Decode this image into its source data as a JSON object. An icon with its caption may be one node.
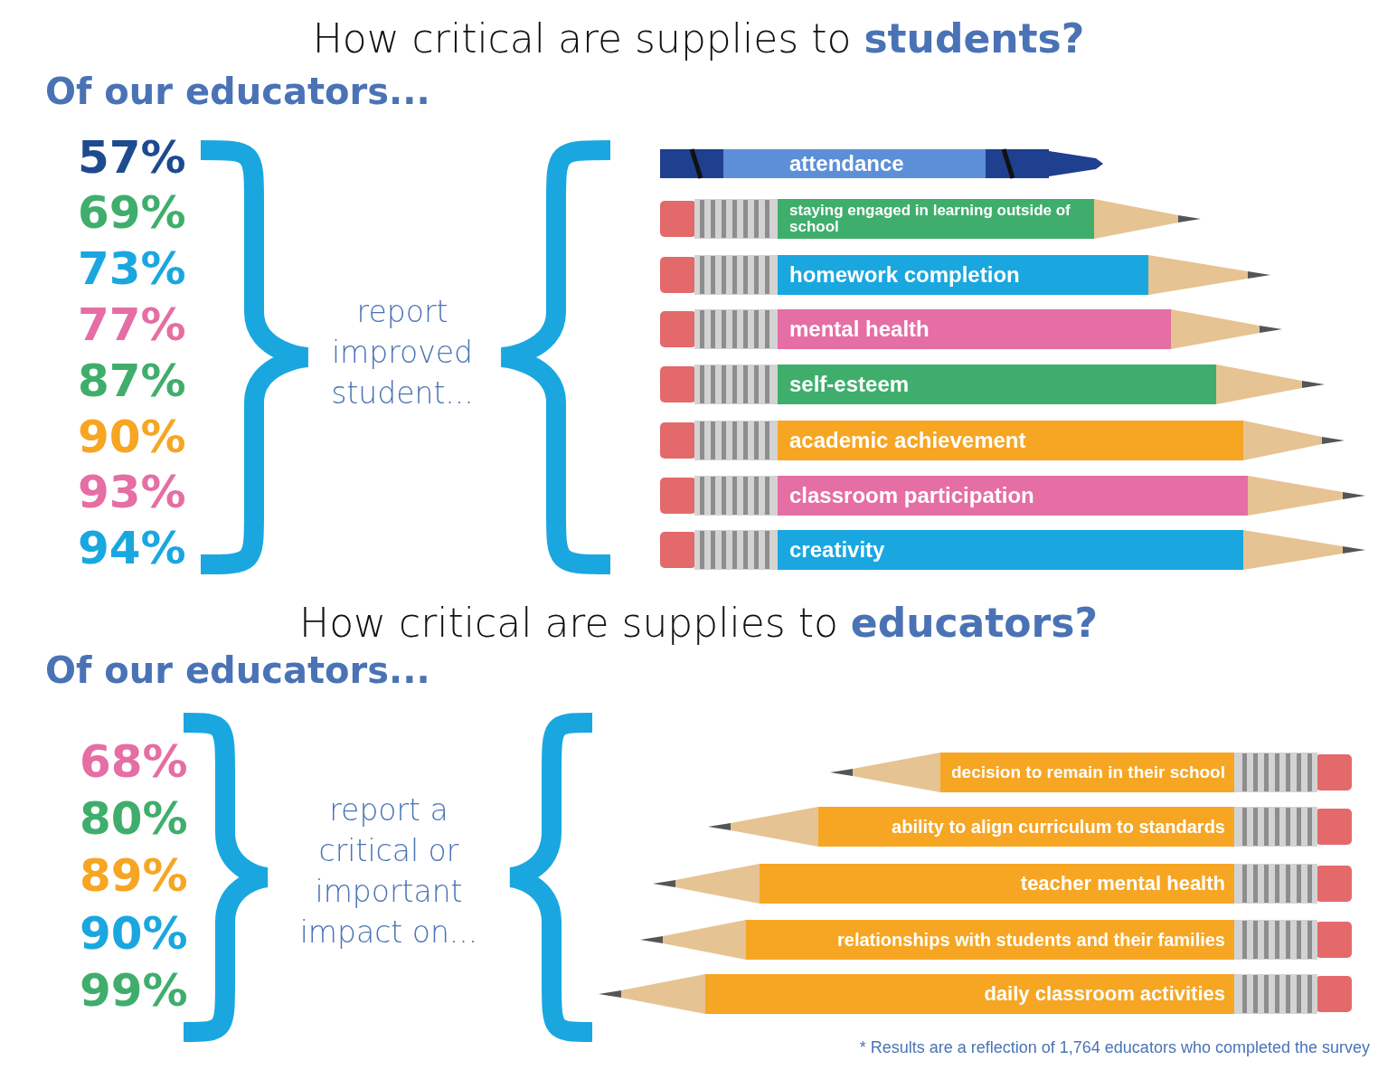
{
  "diagram": {
    "title": "How critical are supplies to **students?**",
    "nodes": [
      {
        "text": [
          "attendance"
        ]
      },
      {
        "text": [
          "staying engaged in learning outside of school"
        ]
      },
      {
        "text": [
          "homework completion"
        ]
      },
      {
        "text": [
          "mental health"
        ]
      },
      {
        "text": [
          "self-esteem"
        ]
      },
      {
        "text": [
          "academic achievement"
        ]
      },
      {
        "text": [
          "classroom participation"
        ]
      },
      {
        "text": [
          "creativity"
        ]
      },
      {
        "text": [
          "decision to remain in their school"
        ]
      },
      {
        "text": [
          "ability to align curriculum to standards"
        ]
      },
      {
        "text": [
          "teacher mental health"
        ]
      },
      {
        "text": [
          "relationships with students and their families"
        ]
      },
      {
        "text": [
          "daily classroom activities"
        ]
      }
    ],
    "labels": [
      "Of our educators...",
      "57%",
      "69%",
      "73%",
      "77%",
      "87%",
      "90%",
      "93%",
      "94%",
      "report improved student...",
      "How critical are supplies to **educators?**",
      "Of our educators...",
      "68%",
      "80%",
      "89%",
      "90%",
      "99%",
      "report a critical or important impact on...",
      "* Results are a reflection of 1,764 educators who completed the survey"
    ]
  }
}
